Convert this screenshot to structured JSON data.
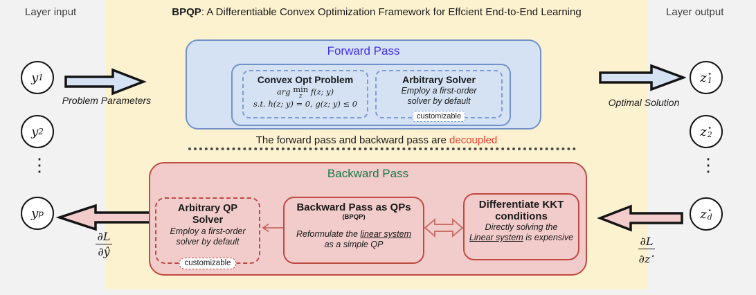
{
  "title": {
    "acronym": "BPQP",
    "rest": ": A Differentiable Convex Optimization Framework for Effcient End-to-End Learning"
  },
  "left_panel": {
    "header": "Layer input",
    "node1": {
      "base": "y",
      "sub": "1"
    },
    "node2": {
      "base": "y",
      "sub": "2"
    },
    "node3": {
      "base": "y",
      "sub": "p"
    },
    "ellipsis": "⋮",
    "gradient": {
      "num": "∂L",
      "den": "∂ŷ"
    }
  },
  "right_panel": {
    "header": "Layer output",
    "node1": {
      "base": "z",
      "sup": "⋆",
      "sub": "1"
    },
    "node2": {
      "base": "z",
      "sup": "⋆",
      "sub": "2"
    },
    "node3": {
      "base": "z",
      "sup": "⋆",
      "sub": "d"
    },
    "ellipsis": "⋮",
    "gradient": {
      "num": "∂L",
      "den_base": "∂z",
      "den_sup": "⋆"
    }
  },
  "arrows": {
    "problem_parameters_label": "Problem Parameters",
    "optimal_solution_label": "Optimal Solution"
  },
  "forward_pass": {
    "title": "Forward Pass",
    "convex_box": {
      "title": "Convex Opt Problem",
      "arg": "arg",
      "min": "min",
      "min_sub": "z",
      "objective": "f(z; y)",
      "constraints": "s.t. h(z; y) = 0, g(z; y) ≤ 0"
    },
    "solver_box": {
      "title": "Arbitrary Solver",
      "line1": "Employ a first-order",
      "line2": "solver by default",
      "badge": "customizable"
    }
  },
  "separator": {
    "text_prefix": "The forward pass and backward pass are ",
    "text_highlight": "decoupled"
  },
  "backward_pass": {
    "title": "Backward Pass",
    "qp_solver_box": {
      "title_line1": "Arbitrary QP",
      "title_line2": "Solver",
      "line1": "Employ a first-order",
      "line2": "solver by default",
      "badge": "customizable"
    },
    "bpqp_box": {
      "title": "Backward Pass as QPs",
      "subtitle": "(BPQP)",
      "body1_pre": "Reformulate the ",
      "body1_underline": "linear system",
      "body2": "as a simple QP"
    },
    "kkt_box": {
      "title_line1": "Differentiate KKT",
      "title_line2": "conditions",
      "body1": "Directly solving the",
      "body2_underline": "Linear system",
      "body2_post": " is expensive"
    }
  },
  "colors": {
    "canvas_bg": "#f2f2f2",
    "center_bg": "#fdf2d0",
    "blue_fill": "#d4e2f4",
    "blue_border": "#7091c9",
    "forward_title": "#4130e8",
    "red_fill": "#f2cccb",
    "red_border": "#be4a41",
    "backward_title": "#167a44",
    "decoupled_red": "#ee3b2f"
  }
}
